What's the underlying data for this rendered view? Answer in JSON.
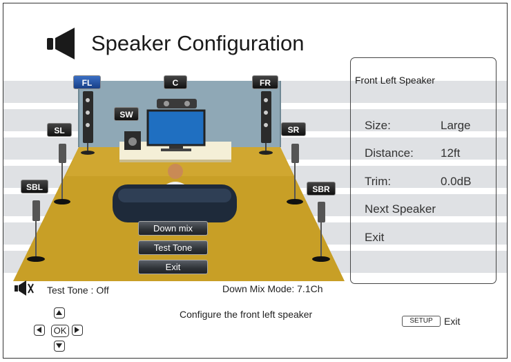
{
  "header": {
    "title": "Speaker Configuration",
    "icon": "speaker-icon"
  },
  "scene": {
    "speaker_tags": [
      {
        "label": "FL",
        "active": true
      },
      {
        "label": "C",
        "active": false
      },
      {
        "label": "FR",
        "active": false
      },
      {
        "label": "SW",
        "active": false
      },
      {
        "label": "SL",
        "active": false
      },
      {
        "label": "SR",
        "active": false
      },
      {
        "label": "SBL",
        "active": false
      },
      {
        "label": "SBR",
        "active": false
      }
    ],
    "buttons": {
      "down_mix": "Down mix",
      "test_tone": "Test Tone",
      "exit": "Exit"
    }
  },
  "panel": {
    "title": "Front Left Speaker",
    "size_label": "Size:",
    "size_value": "Large",
    "distance_label": "Distance:",
    "distance_value": "12ft",
    "trim_label": "Trim:",
    "trim_value": "0.0dB",
    "next": "Next Speaker",
    "exit": "Exit"
  },
  "status": {
    "test_tone": "Test Tone : Off",
    "down_mix_mode": "Down Mix Mode: 7.1Ch",
    "hint": "Configure the front left speaker"
  },
  "nav": {
    "ok": "OK",
    "setup_key": "SETUP",
    "setup_action": "Exit"
  },
  "colors": {
    "stripe": "#dfe1e4",
    "floor": "#c89f26",
    "wall": "#8fa8b6",
    "active_tag": "#2d5fb3"
  }
}
